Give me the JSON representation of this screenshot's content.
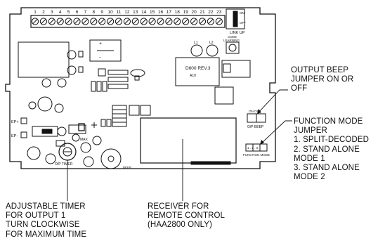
{
  "terminals": [
    "1",
    "2",
    "3",
    "4",
    "5",
    "6",
    "7",
    "8",
    "9",
    "10",
    "11",
    "12",
    "13",
    "14",
    "15",
    "16",
    "17",
    "18",
    "19",
    "20",
    "21",
    "22",
    "23"
  ],
  "board_markings": {
    "link_up": "LINK UP",
    "on": "ON",
    "off": "OFF",
    "chip": "D600 REV.3",
    "chip_sub": "A10",
    "code_learning_1": "CODE",
    "code_learning_2": "LEARNING",
    "l1": "L1",
    "l2": "L2",
    "plus": "+",
    "minus": "-",
    "ep_plus": "EP+",
    "ep_minus": "EP-",
    "max": "MAX",
    "op_timer": "O/P TIMER",
    "op_beep": "O/P BEEP",
    "jumper_on_off": "ON   OFF",
    "jumper_123": "1 . 2 . 3",
    "function_mode": "FUNCTION MODE",
    "beep": "BEEP"
  },
  "callouts": {
    "output_beep": [
      "OUTPUT BEEP",
      "JUMPER ON OR",
      "OFF"
    ],
    "function_mode": [
      "FUNCTION MODE",
      "JUMPER",
      "1. SPLIT-DECODED",
      "2. STAND ALONE",
      "MODE 1",
      "3. STAND ALONE",
      "MODE 2"
    ],
    "timer": [
      "ADJUSTABLE TIMER",
      "FOR OUTPUT 1",
      "TURN CLOCKWISE",
      "FOR MAXIMUM TIME"
    ],
    "receiver": [
      "RECEIVER FOR",
      "REMOTE CONTROL",
      "(HAA2800 ONLY)"
    ]
  }
}
